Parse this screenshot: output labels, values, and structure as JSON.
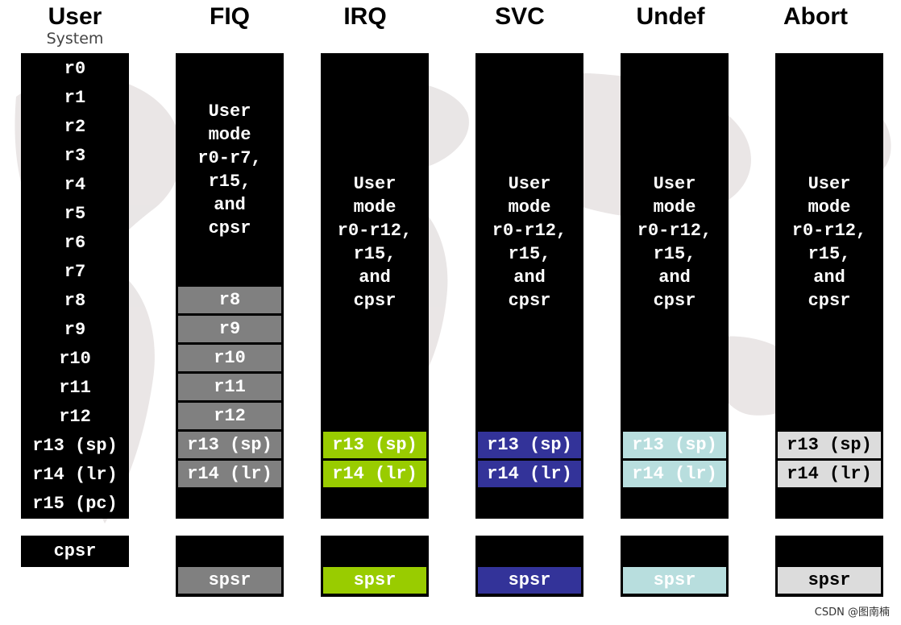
{
  "modes": [
    {
      "id": "user",
      "title": "User",
      "subtitle": "System",
      "registers": [
        "r0",
        "r1",
        "r2",
        "r3",
        "r4",
        "r5",
        "r6",
        "r7",
        "r8",
        "r9",
        "r10",
        "r11",
        "r12",
        "r13 (sp)",
        "r14 (lr)",
        "r15 (pc)"
      ],
      "psr": "cpsr"
    },
    {
      "id": "fiq",
      "title": "FIQ",
      "shared_lines": [
        "User",
        "mode",
        "r0-r7,",
        "r15,",
        "and",
        "cpsr"
      ],
      "banked": [
        "r8",
        "r9",
        "r10",
        "r11",
        "r12",
        "r13 (sp)",
        "r14 (lr)"
      ],
      "psr": "spsr",
      "color": "#808080"
    },
    {
      "id": "irq",
      "title": "IRQ",
      "shared_lines": [
        "User",
        "mode",
        "r0-r12,",
        "r15,",
        "and",
        "cpsr"
      ],
      "banked": [
        "r13 (sp)",
        "r14 (lr)"
      ],
      "psr": "spsr",
      "color": "#99cc00"
    },
    {
      "id": "svc",
      "title": "SVC",
      "shared_lines": [
        "User",
        "mode",
        "r0-r12,",
        "r15,",
        "and",
        "cpsr"
      ],
      "banked": [
        "r13 (sp)",
        "r14 (lr)"
      ],
      "psr": "spsr",
      "color": "#333399"
    },
    {
      "id": "undef",
      "title": "Undef",
      "shared_lines": [
        "User",
        "mode",
        "r0-r12,",
        "r15,",
        "and",
        "cpsr"
      ],
      "banked": [
        "r13 (sp)",
        "r14 (lr)"
      ],
      "psr": "spsr",
      "color": "#b8dede"
    },
    {
      "id": "abort",
      "title": "Abort",
      "shared_lines": [
        "User",
        "mode",
        "r0-r12,",
        "r15,",
        "and",
        "cpsr"
      ],
      "banked": [
        "r13 (sp)",
        "r14 (lr)"
      ],
      "psr": "spsr",
      "color": "#dcdcdc"
    }
  ],
  "watermark": "CSDN @图南楠"
}
